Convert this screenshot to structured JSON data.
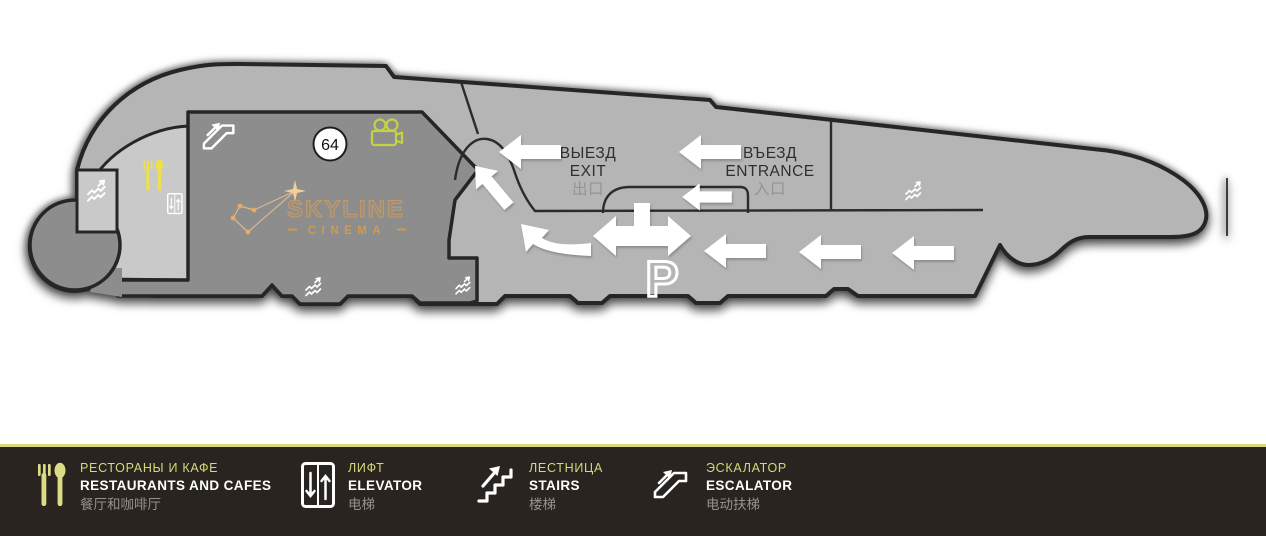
{
  "map": {
    "cinema_badge": "64",
    "logo": {
      "name": "SKYLINE",
      "sub": "CINEMA"
    },
    "exit_label": {
      "ru": "ВЫЕЗД",
      "en": "EXIT",
      "zh": "出口"
    },
    "entrance_label": {
      "ru": "ВЪЕЗД",
      "en": "ENTRANCE",
      "zh": "入口"
    },
    "parking_symbol": "P",
    "icons": [
      "escalator-icon",
      "movie-camera-icon",
      "fork-spoon-icon",
      "elevator-icon",
      "stairs-icon"
    ]
  },
  "legend": {
    "items": [
      {
        "icon": "restaurant-icon",
        "ru": "РЕСТОРАНЫ И КАФЕ",
        "en": "RESTAURANTS AND CAFES",
        "zh": "餐厅和咖啡厅"
      },
      {
        "icon": "elevator-icon",
        "ru": "ЛИФТ",
        "en": "ELEVATOR",
        "zh": "电梯"
      },
      {
        "icon": "stairs-icon",
        "ru": "ЛЕСТНИЦА",
        "en": "STAIRS",
        "zh": "楼梯"
      },
      {
        "icon": "escalator-icon",
        "ru": "ЭСКАЛАТОР",
        "en": "ESCALATOR",
        "zh": "电动扶梯"
      }
    ]
  },
  "colors": {
    "accent_yellow": "#d8da7c",
    "legend_bg": "#292420",
    "parking_gray": "#b5b5b5",
    "cinema_gray": "#8d8d8d",
    "zone_light_gray": "#c9c9c9",
    "outline": "#262626",
    "logo_gold": "#c39a66",
    "map_icon_yellow": "#ece04f",
    "camera_green": "#c6d243"
  }
}
